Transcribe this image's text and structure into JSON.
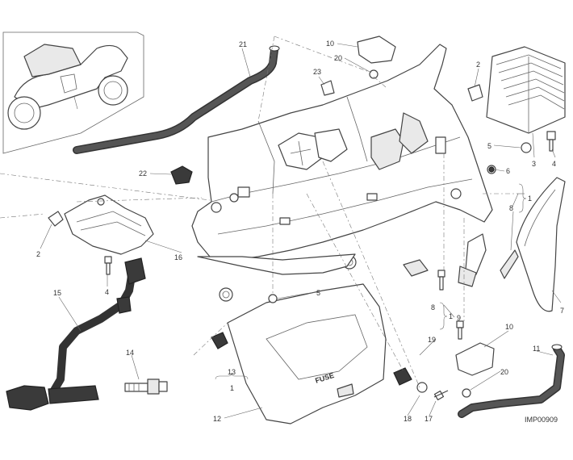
{
  "code": "IMP00909",
  "fuse_label": "FUSE",
  "callouts": [
    "21",
    "10",
    "20",
    "23",
    "2",
    "5",
    "6",
    "3",
    "4",
    "1",
    "8",
    "7",
    "22",
    "16",
    "2",
    "4",
    "15",
    "14",
    "5",
    "13",
    "1",
    "12",
    "8",
    "1",
    "9",
    "19",
    "10",
    "11",
    "20",
    "18",
    "17"
  ],
  "colors": {
    "line": "#444444",
    "hose": "#333333",
    "background": "#ffffff"
  }
}
